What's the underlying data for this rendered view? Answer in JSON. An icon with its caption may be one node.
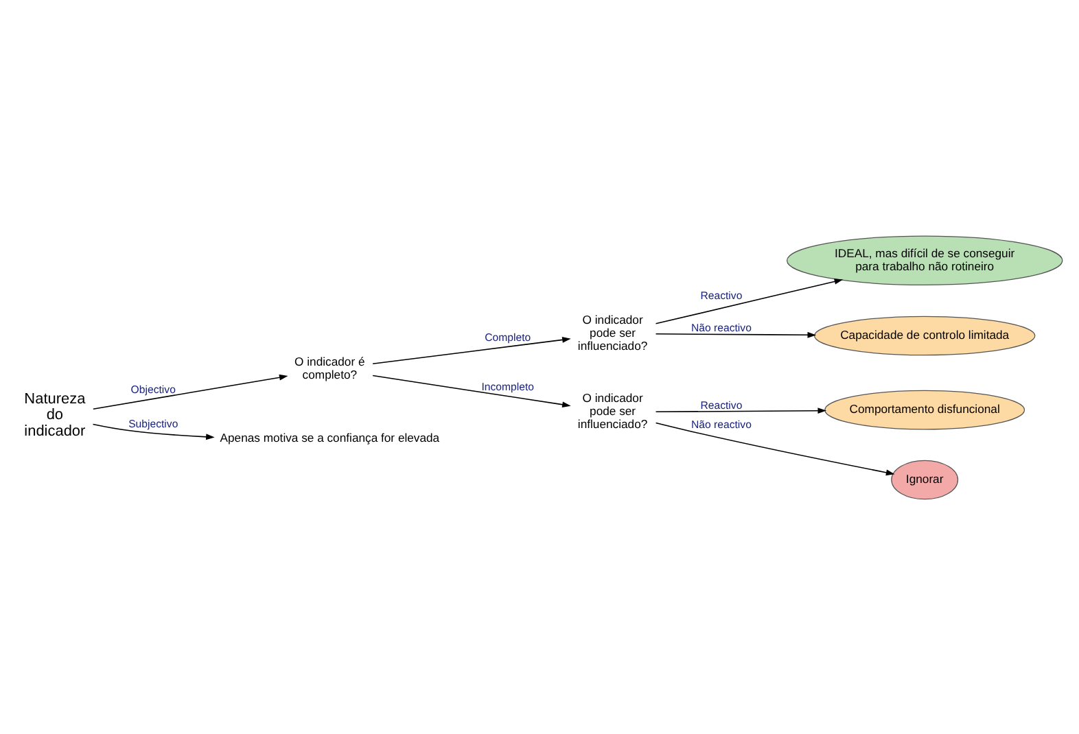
{
  "diagram": {
    "nodes": [
      {
        "text": [
          "Natureza do indicador"
        ]
      },
      {
        "text": [
          "O indicador é completo?"
        ]
      },
      {
        "text": [
          "O indicador pode ser influenciado?"
        ]
      },
      {
        "text": [
          "IDEAL, mas difícil de se conseguir para trabalho não rotineiro"
        ]
      },
      {
        "text": [
          "Capacidade de controlo limitada"
        ]
      },
      {
        "text": [
          "O indicador pode ser influenciado?"
        ]
      },
      {
        "text": [
          "Comportamento disfuncional"
        ]
      },
      {
        "text": [
          "Ignorar"
        ]
      },
      {
        "text": [
          "Apenas motiva se a confiança for elevada"
        ]
      }
    ],
    "edges": [
      {
        "from": 0,
        "to": 1,
        "arrow": "to",
        "label": "Objectivo"
      },
      {
        "from": 1,
        "to": 2,
        "arrow": "to",
        "label": "Completo"
      },
      {
        "from": 2,
        "to": 3,
        "arrow": "to",
        "label": "Reactivo"
      },
      {
        "from": 2,
        "to": 4,
        "arrow": "to",
        "label": "Não reactivo"
      },
      {
        "from": 1,
        "to": 5,
        "arrow": "to",
        "label": "Incompleto"
      },
      {
        "from": 5,
        "to": 6,
        "arrow": "to",
        "label": "Reactivo"
      },
      {
        "from": 5,
        "to": 7,
        "arrow": "to",
        "label": "Não reactivo"
      },
      {
        "from": 0,
        "to": 8,
        "arrow": "to",
        "label": "Subjectivo"
      }
    ]
  }
}
